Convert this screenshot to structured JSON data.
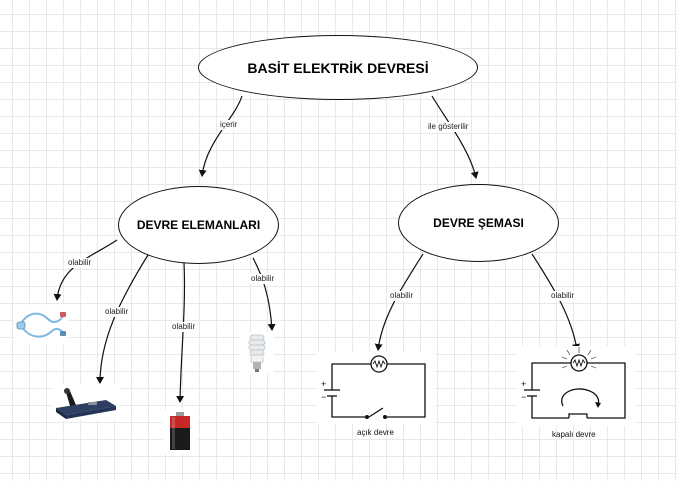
{
  "diagram": {
    "root": {
      "label": "BASİT ELEKTRİK DEVRESİ"
    },
    "elements": {
      "label": "DEVRE ELEMANLARI"
    },
    "scheme": {
      "label": "DEVRE ŞEMASI"
    },
    "edges": {
      "root_elements": "içerir",
      "root_scheme": "ile gösterilir",
      "el_wire": "olabilir",
      "el_switch": "olabilir",
      "el_battery": "olabilir",
      "el_bulb": "olabilir",
      "sc_open": "olabilir",
      "sc_closed": "olabilir"
    },
    "images": {
      "wires": "wires-picture",
      "switch": "switch-picture",
      "battery": "battery-picture",
      "bulb": "bulb-picture",
      "open_circuit": "open-circuit-schematic",
      "closed_circuit": "closed-circuit-schematic"
    },
    "captions": {
      "open_circuit": "açık devre",
      "closed_circuit": "kapalı devre"
    },
    "schematic_symbols": {
      "plus": "+",
      "minus": "−"
    }
  }
}
